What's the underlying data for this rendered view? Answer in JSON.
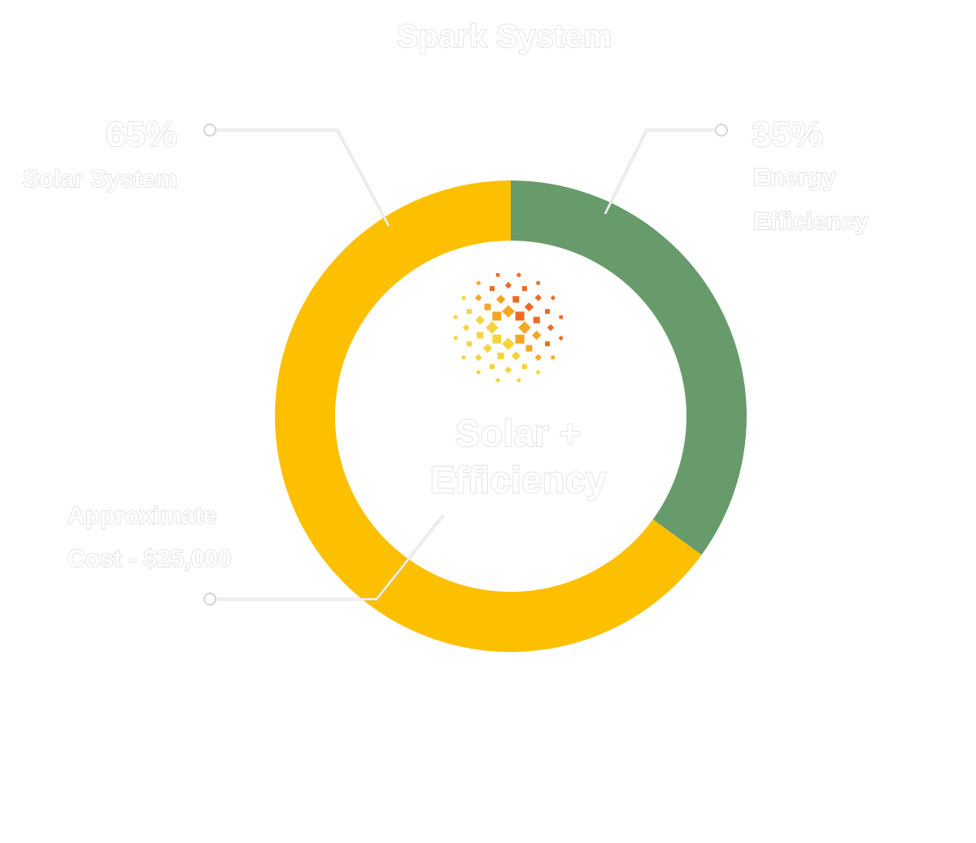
{
  "chart_data": {
    "type": "pie",
    "title": "Spark System",
    "center_label": [
      "Solar +",
      "Efficiency"
    ],
    "slices": [
      {
        "label": "Solar System",
        "value": 65,
        "value_label": "65%",
        "color": "#FCC000"
      },
      {
        "label": "Energy Efficiency",
        "value": 35,
        "value_label": "35%",
        "color": "#689B6C"
      }
    ],
    "annotation": {
      "lines": [
        "Approximate",
        "Cost - $25,000"
      ]
    },
    "labels": {
      "solar_pct": "65%",
      "solar_name": "Solar System",
      "energy_pct": "35%",
      "energy_name": [
        "Energy",
        "Efficiency"
      ]
    },
    "logo": {
      "name": "sun-burst-logo",
      "colors": [
        "#F7D33A",
        "#F5A623",
        "#EE6B25"
      ]
    }
  }
}
